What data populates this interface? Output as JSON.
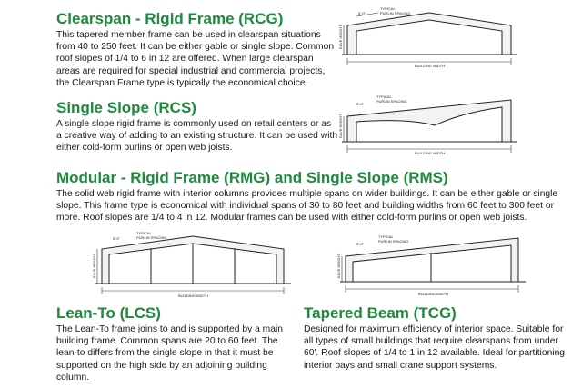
{
  "sections": {
    "rcg": {
      "title": "Clearspan - Rigid Frame (RCG)",
      "body": "This tapered member frame can be used in clearspan situations from 40 to 250 feet. It can be either gable or single slope. Common roof slopes of 1/4 to 6 in 12 are offered. When large clearspan areas are required for special industrial and commercial projects, the Clearspan Frame type is typically the economical choice."
    },
    "rcs": {
      "title": "Single Slope (RCS)",
      "body": "A single slope rigid frame is commonly used on retail centers or as a creative way of adding to an existing structure. It can be used with either cold-form purlins or open web joists."
    },
    "modular": {
      "title": "Modular - Rigid Frame (RMG) and Single Slope (RMS)",
      "body": "The solid web rigid frame with interior columns provides multiple spans on wider buildings. It can be either gable or single slope. This frame type is economical with individual spans of 30 to 80 feet and building widths from 60 feet to 300 feet or more. Roof slopes are 1/4 to 4 in 12. Modular frames can be used with either cold-form purlins or open web joists."
    },
    "lcs": {
      "title": "Lean-To  (LCS)",
      "body": "The Lean-To frame joins to and is supported by a main building frame. Common spans are 20 to 60 feet. The lean-to differs from the single slope in that it must be supported on the high side by an adjoining building column."
    },
    "tcg": {
      "title": "Tapered Beam  (TCG)",
      "body": "Designed for maximum efficiency of interior space. Suitable for all types of small buildings that require clearspans from under 60'. Roof slopes of 1/4 to 1 in 12 available. Ideal for partitioning interior bays and small crane support systems."
    }
  },
  "diagram_labels": {
    "typical": "TYPICAL",
    "purlin_spacing": "PURLIN SPACING",
    "dim": "5'-0\"",
    "eave_height": "EAVE HEIGHT",
    "building_width": "BUILDING WIDTH"
  }
}
